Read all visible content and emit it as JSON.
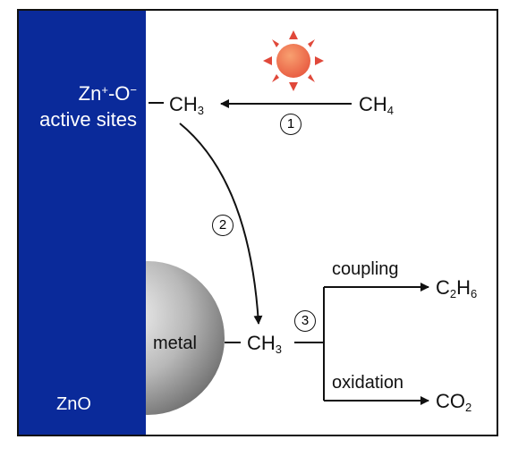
{
  "surface": {
    "panel_label": "ZnO",
    "sites_line1_prefix": "Zn",
    "sites_line1_sup1": "+",
    "sites_line1_mid": "-O",
    "sites_line1_sup2": "−",
    "sites_line2": "active sites"
  },
  "metal_label": "metal",
  "species": {
    "methane": {
      "base": "CH",
      "sub": "4"
    },
    "methyl_top": {
      "base": "CH",
      "sub": "3"
    },
    "methyl_bottom": {
      "base": "CH",
      "sub": "3"
    },
    "ethane": {
      "p1": "C",
      "s1": "2",
      "p2": "H",
      "s2": "6"
    },
    "co2": {
      "base": "CO",
      "sub": "2"
    }
  },
  "steps": {
    "step1": "1",
    "step2": "2",
    "step3": "3"
  },
  "branches": {
    "coupling": "coupling",
    "oxidation": "oxidation"
  },
  "colors": {
    "zno_panel": "#0a2a9a",
    "sun_core": "#f06a4a",
    "sun_rays": "#e0483a",
    "metal_light": "#f2f2f2",
    "metal_dark": "#6e6e6e",
    "line": "#111111"
  }
}
